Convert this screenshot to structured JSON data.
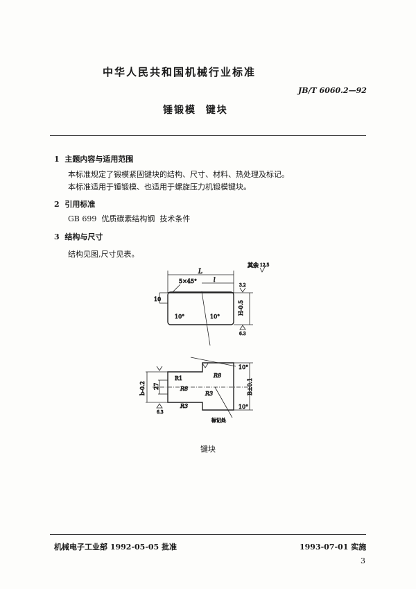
{
  "header": {
    "organization_title": "中华人民共和国机械行业标准",
    "standard_number": "JB/T 6060.2—92",
    "document_title": "锤锻模  键块"
  },
  "sections": [
    {
      "heading": "1  主题内容与适用范围",
      "paragraphs": [
        "本标准规定了锻模紧固键块的结构、尺寸、材料、热处理及标记。",
        "本标准适用于锤锻模、也适用于螺旋压力机锻模键块。"
      ]
    },
    {
      "heading": "2  引用标准",
      "paragraphs": [
        "GB 699  优质碳素结构钢  技术条件"
      ]
    },
    {
      "heading": "3  结构与尺寸",
      "paragraphs": [
        "结构见图,尺寸见表。"
      ]
    }
  ],
  "figure": {
    "caption": "键块",
    "labels": {
      "rest": "其余",
      "rough_12_5": "12.5",
      "L": "L",
      "l": "l",
      "chamfer": "5×45°",
      "h10": "10",
      "angle10a": "10°",
      "angle10b": "10°",
      "H": "H-0.5",
      "r63a": "6.3",
      "r63b": "6.3",
      "r32": "3.2",
      "R1": "R1",
      "R8a": "R8",
      "R8b": "R8",
      "R3a": "R3",
      "R3b": "R3",
      "h27": "27",
      "b": "b-0.2",
      "B": "B±0.1",
      "mark": "标记处",
      "angle10c": "10°",
      "angle10d": "10°"
    }
  },
  "footer": {
    "issuer": "机械电子工业部 1992-05-05 批准",
    "effective": "1993-07-01 实施",
    "page_number": "3"
  }
}
